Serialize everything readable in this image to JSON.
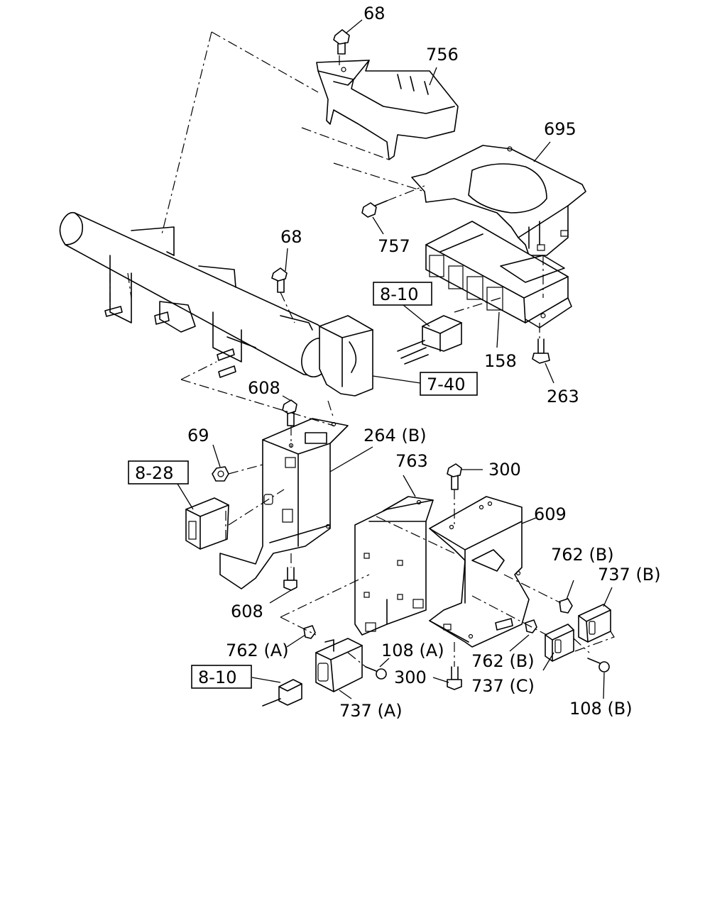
{
  "labels": {
    "p68_top": "68",
    "p756": "756",
    "p695": "695",
    "p757": "757",
    "p68_mid": "68",
    "p158": "158",
    "p263": "263",
    "p608_top": "608",
    "p69": "69",
    "p264b": "264 (B)",
    "p763": "763",
    "p300_top": "300",
    "p609": "609",
    "p762b_right": "762 (B)",
    "p737b": "737 (B)",
    "p608_bottom": "608",
    "p762a": "762 (A)",
    "p108a": "108 (A)",
    "p300_bottom": "300",
    "p762b_mid": "762 (B)",
    "p737c": "737 (C)",
    "p108b": "108 (B)",
    "p737a": "737 (A)"
  },
  "references": {
    "ref_8_10_top": "8-10",
    "ref_7_40": "7-40",
    "ref_8_28": "8-28",
    "ref_8_10_bottom": "8-10"
  }
}
